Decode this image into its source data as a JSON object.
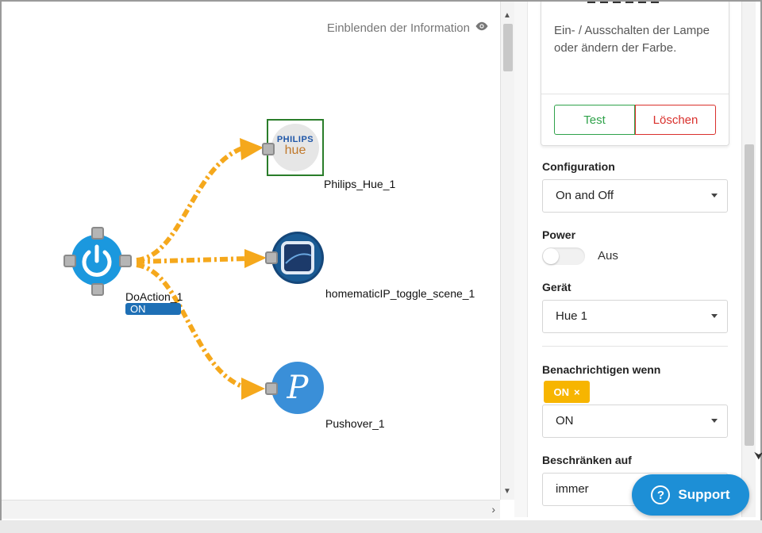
{
  "canvas": {
    "info_toggle": "Einblenden der Information",
    "nodes": {
      "do_action": {
        "label": "DoAction_1",
        "status": "ON"
      },
      "philips_hue": {
        "label": "Philips_Hue_1",
        "logo_top": "PHILIPS",
        "logo_bottom": "hue"
      },
      "homematic": {
        "label": "homematicIP_toggle_scene_1"
      },
      "pushover": {
        "label": "Pushover_1",
        "logo_letter": "P"
      }
    },
    "edge_color": "#f5a81c"
  },
  "panel": {
    "card": {
      "description": "Ein- / Ausschalten der Lampe oder ändern der Farbe.",
      "test_label": "Test",
      "delete_label": "Löschen"
    },
    "configuration": {
      "label": "Configuration",
      "value": "On and Off"
    },
    "power": {
      "label": "Power",
      "toggle_text": "Aus"
    },
    "device": {
      "label": "Gerät",
      "value": "Hue 1"
    },
    "notify": {
      "label": "Benachrichtigen wenn",
      "chip": "ON",
      "chip_remove": "×",
      "value": "ON"
    },
    "restrict": {
      "label": "Beschränken auf",
      "value": "immer"
    }
  },
  "support": {
    "label": "Support",
    "icon": "?"
  },
  "colors": {
    "accent_blue": "#1d8fd6",
    "test_green": "#2fa24a",
    "delete_red": "#d9302c",
    "chip_yellow": "#f7b500"
  }
}
